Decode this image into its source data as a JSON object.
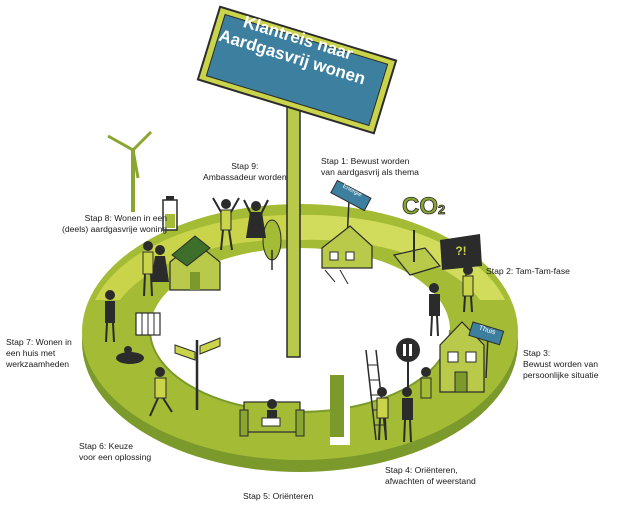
{
  "sign": {
    "line1": "Klantreis naar",
    "line2": "Aardgasvrij wonen"
  },
  "small_signs": {
    "energielabel": "Energie",
    "thuis": "Thuis",
    "speech": "?!"
  },
  "co2": {
    "text": "CO",
    "sub": "2"
  },
  "steps": [
    {
      "id": "stap-1",
      "lines": [
        "Stap 1: Bewust worden",
        "van aardgasvrij als thema"
      ]
    },
    {
      "id": "stap-2",
      "lines": [
        "Stap 2: Tam-Tam-fase"
      ]
    },
    {
      "id": "stap-3",
      "lines": [
        "Stap 3:",
        "Bewust worden van",
        "persoonlijke situatie"
      ]
    },
    {
      "id": "stap-4",
      "lines": [
        "Stap 4: Oriënteren,",
        "afwachten of weerstand"
      ]
    },
    {
      "id": "stap-5",
      "lines": [
        "Stap 5: Oriënteren"
      ]
    },
    {
      "id": "stap-6",
      "lines": [
        "Stap 6: Keuze",
        "voor een oplossing"
      ]
    },
    {
      "id": "stap-7",
      "lines": [
        "Stap 7: Wonen in",
        "een huis met",
        "werkzaamheden"
      ]
    },
    {
      "id": "stap-8",
      "lines": [
        "Stap 8: Wonen in een",
        "(deels) aardgasvrije woning"
      ]
    },
    {
      "id": "stap-9",
      "lines": [
        "Stap 9:",
        "Ambassadeur worden"
      ]
    }
  ],
  "colors": {
    "ring_light": "#c9d44a",
    "ring_mid": "#a3bb35",
    "ring_dark": "#7c9a2c",
    "sign_blue": "#3d7f9e",
    "sign_border": "#2b2b2b",
    "pole": "#b9c949",
    "ink": "#1a1a1a"
  }
}
